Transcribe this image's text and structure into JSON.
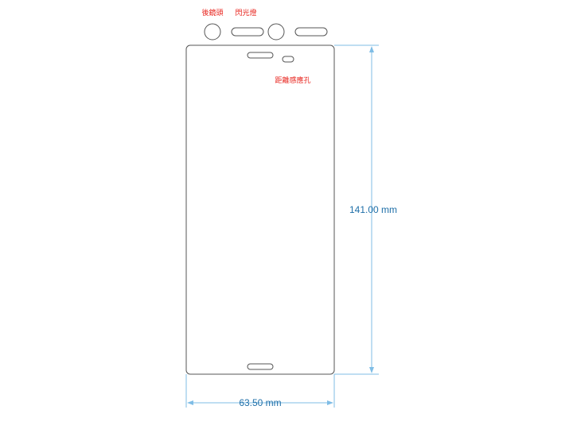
{
  "labels": {
    "rear_camera": "後鏡頭",
    "flash": "閃光燈",
    "proximity_sensor_hole": "距離感應孔"
  },
  "dimensions": {
    "height": "141.00 mm",
    "width": "63.50 mm"
  },
  "colors": {
    "outline": "#555555",
    "annotation": "#e8261f",
    "dimension": "#1f6fa8",
    "dimension_line": "#7fbde6"
  }
}
